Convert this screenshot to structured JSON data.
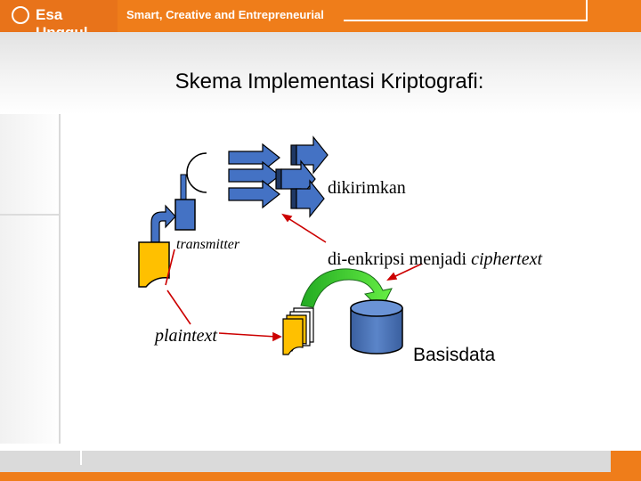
{
  "header": {
    "logo_text": "Esa Unggul",
    "tagline": "Smart, Creative and Entrepreneurial"
  },
  "slide": {
    "title": "Skema Implementasi Kriptografi:"
  },
  "diagram": {
    "labels": {
      "dikirimkan": "dikirimkan",
      "transmitter": "transmitter",
      "plaintext": "plaintext",
      "enkripsi_prefix": "di-enkripsi menjadi ",
      "enkripsi_term": "ciphertext",
      "basisdata": "Basisdata"
    },
    "colors": {
      "arrow_fill": "#4472c4",
      "arrow_stroke": "#000000",
      "document_fill": "#ffc000",
      "database_fill": "#4472c4",
      "curve_arrow": "#33cc33",
      "pointer_line": "#cc0000",
      "accent": "#ef7d1a"
    },
    "icons": [
      "moon-icon",
      "double-arrow-icon",
      "document-icon",
      "document-stack-icon",
      "database-icon",
      "curved-arrow-icon"
    ]
  }
}
